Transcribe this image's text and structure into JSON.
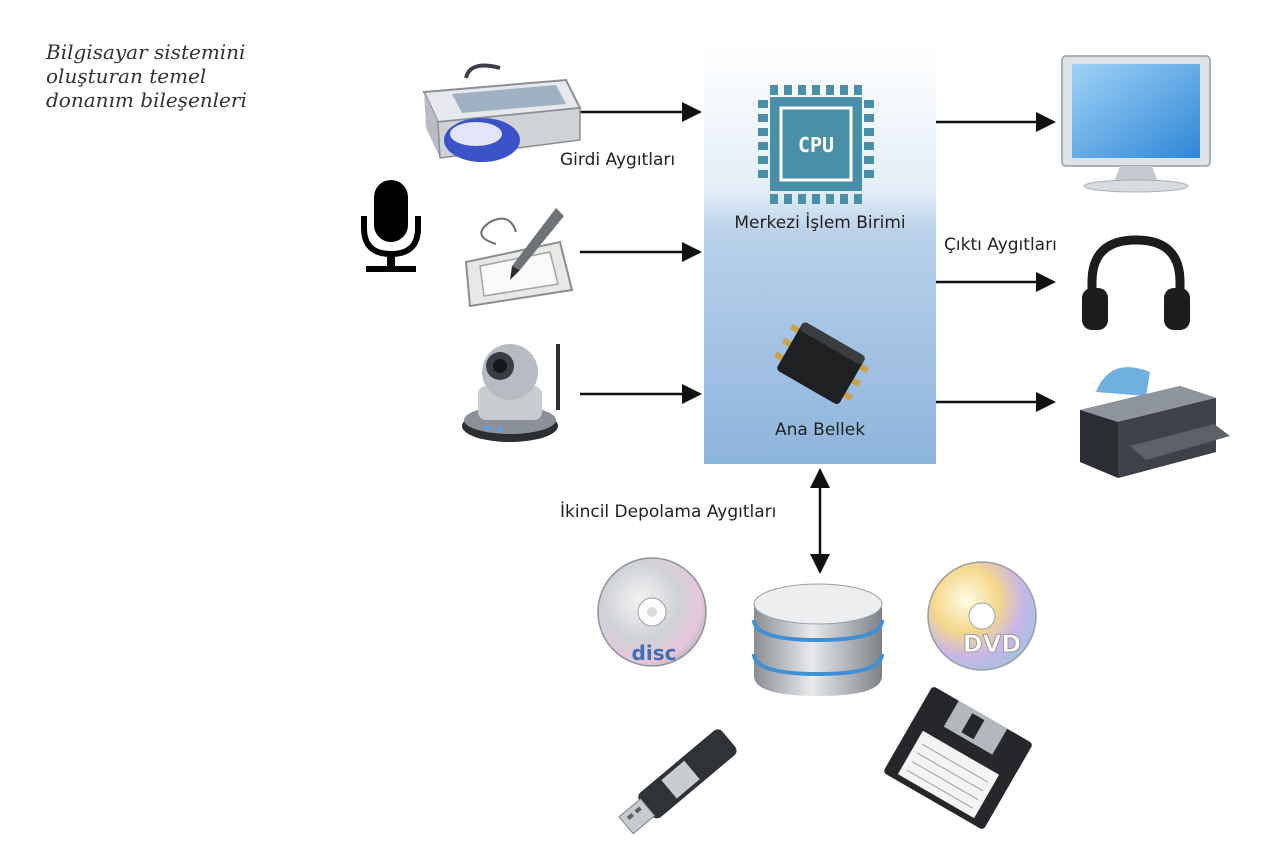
{
  "caption": [
    "Bilgisayar sistemini",
    "oluşturan temel",
    "donanım bileşenleri"
  ],
  "labels": {
    "input": "Girdi Aygıtları",
    "output": "Çıktı Aygıtları",
    "cpu": "Merkezi İşlem Birimi",
    "memory": "Ana Bellek",
    "storage": "İkincil Depolama Aygıtları"
  },
  "icon_text": {
    "cpu_chip": "CPU",
    "disc": "disc",
    "dvd": "DVD"
  },
  "icons": {
    "input_devices": [
      "scanner-mouse-icon",
      "microphone-icon",
      "graphics-tablet-icon",
      "webcam-icon"
    ],
    "output_devices": [
      "monitor-icon",
      "headphones-icon",
      "printer-icon"
    ],
    "storage_devices": [
      "cd-icon",
      "database-icon",
      "dvd-icon",
      "usb-drive-icon",
      "floppy-disk-icon"
    ]
  },
  "colors": {
    "panel_top": "#ffffff",
    "panel_bottom": "#8eb6de",
    "cpu_teal": "#4a8fa8",
    "arrow": "#111111"
  }
}
